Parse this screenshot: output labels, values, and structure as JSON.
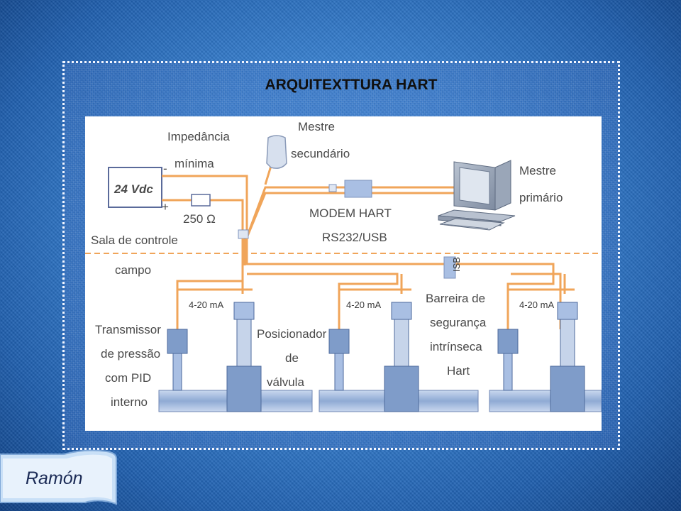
{
  "slide": {
    "title": "ARQUITEXTTURA HART",
    "author": "Ramón"
  },
  "diagram": {
    "power_supply": "24 Vdc",
    "minus_sign": "-",
    "plus_sign": "+",
    "impedance_line1": "Impedância",
    "impedance_line2": "mínima",
    "resistor": "250 Ω",
    "secondary_master_line1": "Mestre",
    "secondary_master_line2": "secundário",
    "primary_master_line1": "Mestre",
    "primary_master_line2": "primário",
    "modem_line1": "MODEM HART",
    "modem_line2": "RS232/USB",
    "control_room": "Sala de controle",
    "field": "campo",
    "isb": "ISB",
    "current_loop": "4-20 mA",
    "transmitter_line1": "Transmissor",
    "transmitter_line2": "de pressão",
    "transmitter_line3": "com PID",
    "transmitter_line4": "interno",
    "positioner_line1": "Posicionador",
    "positioner_line2": "de",
    "positioner_line3": "válvula",
    "barrier_line1": "Barreira de",
    "barrier_line2": "segurança",
    "barrier_line3": "intrínseca",
    "barrier_line4": "Hart",
    "colors": {
      "wire": "#f0a55a",
      "device": "#7f9cc9",
      "device_dark": "#4d6a9c",
      "boundary": "#f0a55a"
    }
  }
}
